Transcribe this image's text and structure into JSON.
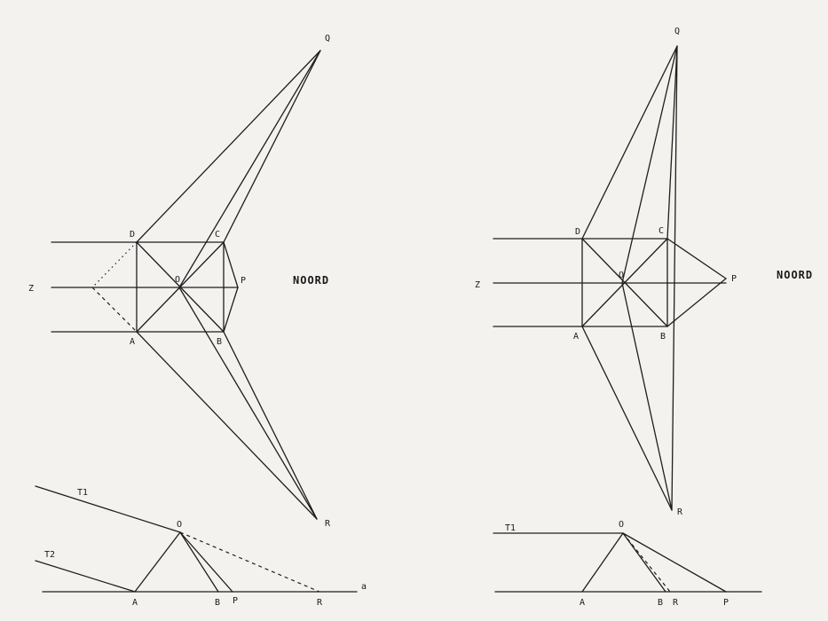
{
  "left": {
    "labels": {
      "Q": "Q",
      "D": "D",
      "C": "C",
      "Z": "Z",
      "O": "O",
      "P": "P",
      "A": "A",
      "B": "B",
      "R": "R",
      "north": "NOORD"
    },
    "lower": {
      "T1": "T1",
      "T2": "T2",
      "O": "O",
      "A": "A",
      "B": "B",
      "P": "P",
      "R": "R",
      "end": "a"
    }
  },
  "right": {
    "labels": {
      "Q": "Q",
      "D": "D",
      "C": "C",
      "Z": "Z",
      "O": "O",
      "P": "P",
      "A": "A",
      "B": "B",
      "R": "R",
      "north": "NOORD"
    },
    "lower": {
      "T1": "T1",
      "O": "O",
      "A": "A",
      "B": "B",
      "R": "R",
      "P": "P"
    }
  }
}
